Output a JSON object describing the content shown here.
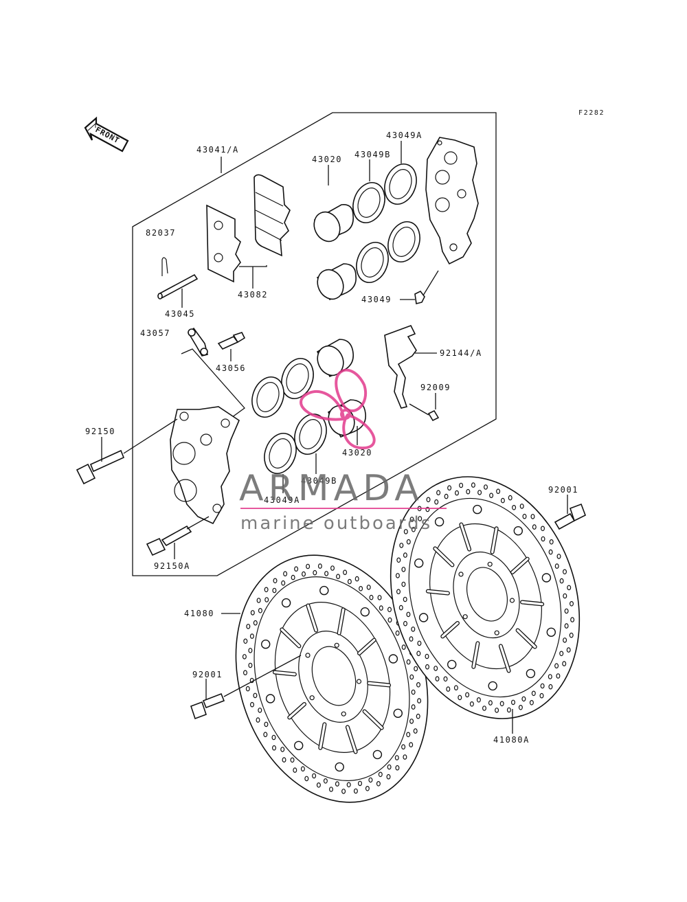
{
  "figure_code": "F2282",
  "front_label": "FRONT",
  "labels": {
    "l43041A": "43041/A",
    "l43049A_top": "43049A",
    "l43049B_top": "43049B",
    "l43020_top": "43020",
    "l82037": "82037",
    "l43082": "43082",
    "l43045": "43045",
    "l43049": "43049",
    "l43057": "43057",
    "l43056": "43056",
    "l92144A": "92144/A",
    "l92009": "92009",
    "l92150": "92150",
    "l43020_mid": "43020",
    "l43049B_mid": "43049B",
    "l43049A_mid": "43049A",
    "l92001_right": "92001",
    "l92150A": "92150A",
    "l41080": "41080",
    "l92001_left": "92001",
    "l41080A": "41080A"
  },
  "watermark": {
    "brand": "ARMADA",
    "tagline": "marine outboards",
    "logo_color": "#e23a8c",
    "text_color": "#666666"
  }
}
